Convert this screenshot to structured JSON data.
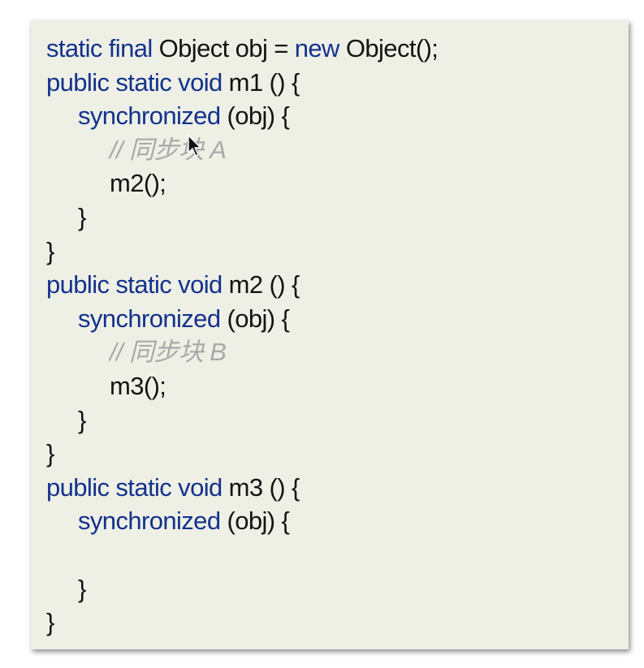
{
  "code": {
    "l1": {
      "k1": "static final",
      "t1": " Object obj = ",
      "k2": "new",
      "t2": " Object();"
    },
    "l2": {
      "k": "public static void",
      "t": " m1 () {"
    },
    "l3": {
      "k": "synchronized",
      "t": " (obj) {"
    },
    "l4": {
      "c": "// 同步块 A"
    },
    "l5": {
      "t": "m2();"
    },
    "l6": {
      "t": "}"
    },
    "l7": {
      "t": "}"
    },
    "l8": {
      "k": "public static void",
      "t": " m2 () {"
    },
    "l9": {
      "k": "synchronized",
      "t": " (obj) {"
    },
    "l10": {
      "c": "// 同步块 B"
    },
    "l11": {
      "t": "m3();"
    },
    "l12": {
      "t": "}"
    },
    "l13": {
      "t": "}"
    },
    "l14": {
      "k": "public static void",
      "t": " m3 () {"
    },
    "l15": {
      "k": "synchronized",
      "t": " (obj) {"
    },
    "l16": {
      "t": ""
    },
    "l17": {
      "t": "}"
    },
    "l18": {
      "t": "}"
    }
  },
  "colors": {
    "keyword": "#13328c",
    "text": "#141414",
    "comment": "#a9a9a9",
    "panel_bg": "#eef0e6"
  },
  "icons": {
    "cursor": "mouse-pointer-icon"
  }
}
